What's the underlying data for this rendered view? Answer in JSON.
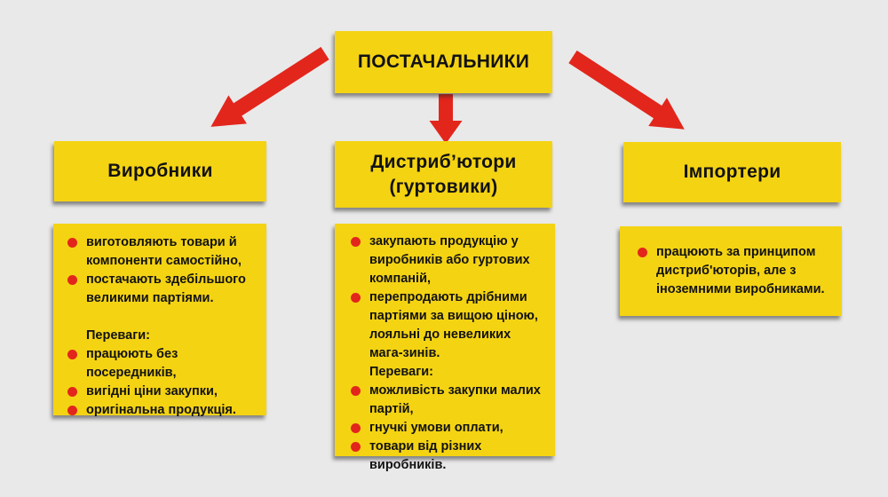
{
  "colors": {
    "background": "#E9E9E9",
    "box_yellow": "#F4D313",
    "arrow_red": "#E2261C",
    "bullet_red": "#E2261C",
    "text": "#121212"
  },
  "root": {
    "label": "ПОСТАЧАЛЬНИКИ"
  },
  "branches": [
    {
      "title": "Виробники",
      "items": [
        {
          "bullet": true,
          "text": "виготовляють товари й компоненти самостійно,"
        },
        {
          "bullet": true,
          "text": "постачають здебільшого великими партіями."
        },
        {
          "bullet": false,
          "text": ""
        },
        {
          "bullet": false,
          "text": "Переваги:"
        },
        {
          "bullet": true,
          "text": "працюють без посередників,"
        },
        {
          "bullet": true,
          "text": "вигідні ціни закупки,"
        },
        {
          "bullet": true,
          "text": "оригінальна продукція."
        }
      ]
    },
    {
      "title": "Дистриб’ютори (гуртовики)",
      "items": [
        {
          "bullet": true,
          "text": "закупають продукцію у виробників або гуртових компаній,"
        },
        {
          "bullet": true,
          "text": "перепродають дрібними партіями за вищою ціною, лояльні до невеликих мага-зинів."
        },
        {
          "bullet": false,
          "text": "Переваги:"
        },
        {
          "bullet": true,
          "text": "можливість закупки малих партій,"
        },
        {
          "bullet": true,
          "text": "гнучкі умови оплати,"
        },
        {
          "bullet": true,
          "text": "товари від різних виробників."
        }
      ]
    },
    {
      "title": "Імпортери",
      "items": [
        {
          "bullet": true,
          "text": "працюють за принципом дистриб'юторів, але з іноземними виробниками."
        }
      ]
    }
  ]
}
